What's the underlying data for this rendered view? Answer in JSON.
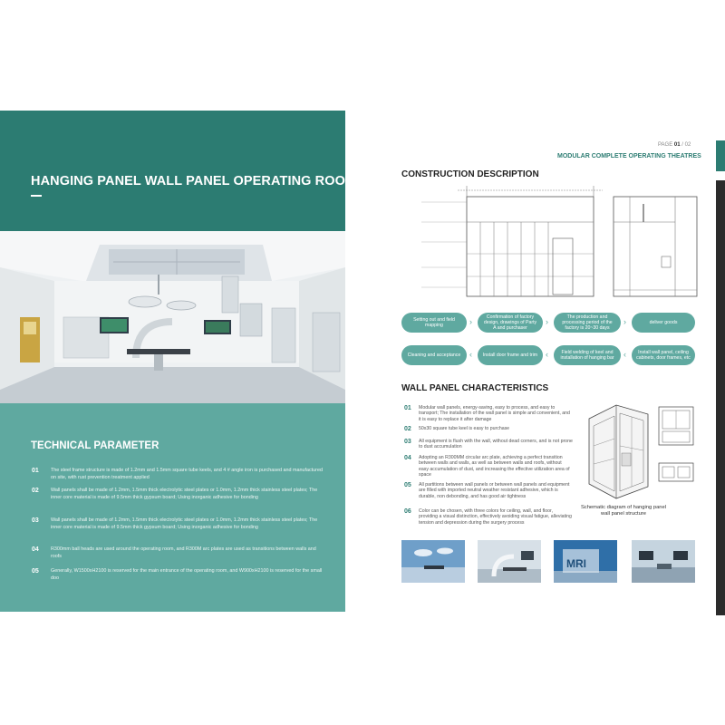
{
  "left": {
    "title": "HANGING PANEL WALL PANEL OPERATING ROOM",
    "technical_title": "TECHNICAL PARAMETER",
    "params": [
      {
        "num": "01",
        "text": "The steel frame structure is made of 1.2mm and 1.5mm square tube keels, and 4 # angle iron is purchased and manufactured on site, with rust prevention treatment applied"
      },
      {
        "num": "02",
        "text": "Wall panels shall be made of 1.2mm, 1.5mm thick electrolytic steel plates or 1.0mm, 1.2mm thick stainless steel plates; The inner core material is made of 9.5mm thick gypsum board; Using inorganic adhesive for bonding"
      },
      {
        "num": "03",
        "text": "Wall panels shall be made of 1.2mm, 1.5mm thick electrolytic steel plates or 1.0mm, 1.2mm thick stainless steel plates; The inner core material is made of 9.5mm thick gypsum board; Using inorganic adhesive for bonding"
      },
      {
        "num": "04",
        "text": "R300mm ball heads are used around the operating room, and R300M arc plates are used as transitions between walls and roofs"
      },
      {
        "num": "05",
        "text": "Generally, W1500xH2100 is reserved for the main entrance of the operating room, and W900xH2100 is reserved for the small doo"
      }
    ]
  },
  "right": {
    "page_prefix": "PAGE",
    "page_current": "01",
    "page_sep": "/",
    "page_total": "02",
    "heading": "MODULAR COMPLETE OPERATING THEATRES",
    "construction_title": "CONSTRUCTION DESCRIPTION",
    "steps_row1": [
      "Setting out and field mapping",
      "Confirmation of factory design, drawings of Party A and purchaser",
      "The production and processing period of the factory is 20~30 days",
      "deliver goods"
    ],
    "steps_row2": [
      "Cleaning and acceptance",
      "Install door frame and trim",
      "Field welding of keel and installation of hanging bar",
      "Install wall panel, ceiling cabinets, door frames, etc"
    ],
    "wall_title": "WALL PANEL CHARACTERISTICS",
    "characteristics": [
      {
        "num": "01",
        "text": "Modular wall panels, energy-saving, easy to process, and easy to transport; The installation of the wall panel is simple and convenient, and it is easy to replace it after damage"
      },
      {
        "num": "02",
        "text": "50x30 square tube keel is easy to purchase"
      },
      {
        "num": "03",
        "text": "All equipment is flush with the wall, without dead corners, and is not prone to dust accumulation"
      },
      {
        "num": "04",
        "text": "Adopting an R300MM circular arc plate, achieving a perfect transition between walls and walls, as well as between walls and roofs, without easy accumulation of dust, and increasing the effective utilization area of space"
      },
      {
        "num": "05",
        "text": "All partitions between wall panels or between wall panels and equipment are filled with imported neutral weather resistant adhesive, which is durable, non debonding, and has good air tightness"
      },
      {
        "num": "06",
        "text": "Color can be chosen, with three colors for ceiling, wall, and floor, providing a visual distinction, effectively avoiding visual fatigue, alleviating tension and depression during the surgery process"
      }
    ],
    "schematic_caption": "Schematic diagram of hanging panel wall panel structure"
  },
  "colors": {
    "teal_dark": "#2c7c72",
    "teal_light": "#5fa9a0"
  }
}
